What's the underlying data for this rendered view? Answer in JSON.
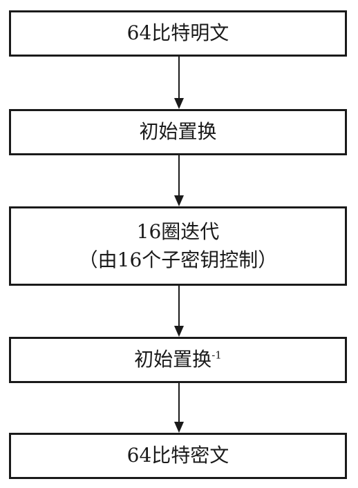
{
  "diagram": {
    "steps": [
      {
        "lines": [
          "64比特明文"
        ]
      },
      {
        "lines": [
          "初始置换"
        ]
      },
      {
        "lines": [
          "16圈迭代",
          "（由16个子密钥控制）"
        ]
      },
      {
        "lines": [
          "初始置换"
        ],
        "superscript": "-1"
      },
      {
        "lines": [
          "64比特密文"
        ]
      }
    ]
  }
}
